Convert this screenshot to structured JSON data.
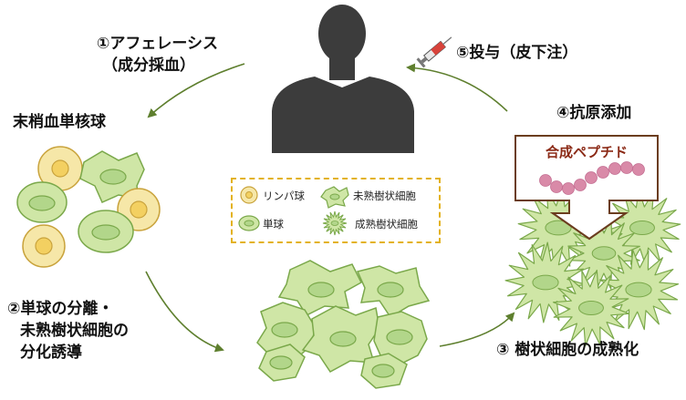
{
  "steps": {
    "apheresis": [
      "①アフェレーシス",
      "（成分採血）"
    ],
    "pbmc": "末梢血単核球",
    "differentiation": [
      "②単球の分離・",
      "未熟樹状細胞の",
      "分化誘導"
    ],
    "maturation": "③ 樹状細胞の成熟化",
    "antigen": "④抗原添加",
    "administration": "⑤投与（皮下注）"
  },
  "peptide_label": "合成ペプチド",
  "legend": {
    "lymphocyte": "リンパ球",
    "monocyte": "単球",
    "immature_dc": "未熟樹状細胞",
    "mature_dc": "成熟樹状細胞"
  },
  "colors": {
    "cell_fill": "#cfe6a6",
    "cell_stroke": "#7aa84a",
    "nucleus": "#b2d68a",
    "lymph_fill": "#f6e7a8",
    "lymph_stroke": "#c9a33c",
    "lymph_nucleus": "#f3d061",
    "arrow": "#5e7f2e",
    "person": "#3c3c3c",
    "peptide": "#d98aa8",
    "legend_border": "#e3b21e",
    "peptide_box": "#6b3d1f"
  }
}
